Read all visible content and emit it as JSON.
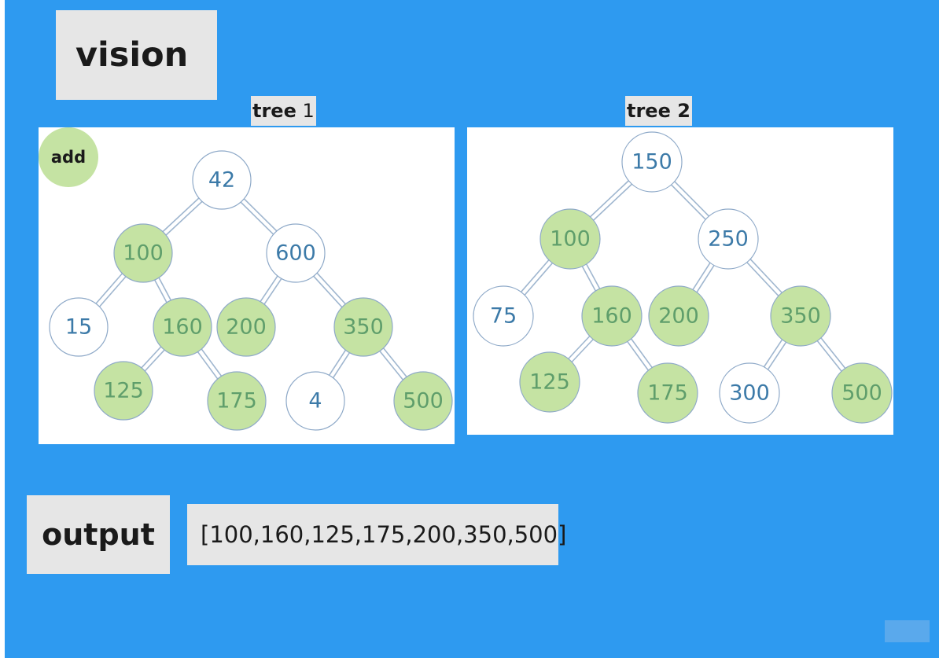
{
  "title": "vision",
  "tree1": {
    "label_bold": "tree",
    "label_rest": " 1",
    "add_label": "add",
    "nodes": [
      {
        "id": "n42",
        "label": "42",
        "highlight": false
      },
      {
        "id": "n100",
        "label": "100",
        "highlight": true
      },
      {
        "id": "n600",
        "label": "600",
        "highlight": false
      },
      {
        "id": "n15",
        "label": "15",
        "highlight": false
      },
      {
        "id": "n160",
        "label": "160",
        "highlight": true
      },
      {
        "id": "n200",
        "label": "200",
        "highlight": true
      },
      {
        "id": "n350",
        "label": "350",
        "highlight": true
      },
      {
        "id": "n125",
        "label": "125",
        "highlight": true
      },
      {
        "id": "n175",
        "label": "175",
        "highlight": true
      },
      {
        "id": "n4",
        "label": "4",
        "highlight": false
      },
      {
        "id": "n500",
        "label": "500",
        "highlight": true
      }
    ],
    "edges": [
      [
        "n42",
        "n100"
      ],
      [
        "n42",
        "n600"
      ],
      [
        "n100",
        "n15"
      ],
      [
        "n100",
        "n160"
      ],
      [
        "n600",
        "n200"
      ],
      [
        "n600",
        "n350"
      ],
      [
        "n160",
        "n125"
      ],
      [
        "n160",
        "n175"
      ],
      [
        "n350",
        "n4"
      ],
      [
        "n350",
        "n500"
      ]
    ]
  },
  "tree2": {
    "label": "tree 2",
    "nodes": [
      {
        "id": "m150",
        "label": "150",
        "highlight": false
      },
      {
        "id": "m100",
        "label": "100",
        "highlight": true
      },
      {
        "id": "m250",
        "label": "250",
        "highlight": false
      },
      {
        "id": "m75",
        "label": "75",
        "highlight": false
      },
      {
        "id": "m160",
        "label": "160",
        "highlight": true
      },
      {
        "id": "m200",
        "label": "200",
        "highlight": true
      },
      {
        "id": "m350",
        "label": "350",
        "highlight": true
      },
      {
        "id": "m125",
        "label": "125",
        "highlight": true
      },
      {
        "id": "m175",
        "label": "175",
        "highlight": true
      },
      {
        "id": "m300",
        "label": "300",
        "highlight": false
      },
      {
        "id": "m500",
        "label": "500",
        "highlight": true
      }
    ],
    "edges": [
      [
        "m150",
        "m100"
      ],
      [
        "m150",
        "m250"
      ],
      [
        "m100",
        "m75"
      ],
      [
        "m100",
        "m160"
      ],
      [
        "m250",
        "m200"
      ],
      [
        "m250",
        "m350"
      ],
      [
        "m160",
        "m125"
      ],
      [
        "m160",
        "m175"
      ],
      [
        "m350",
        "m300"
      ],
      [
        "m350",
        "m500"
      ]
    ]
  },
  "output": {
    "label": "output",
    "value": "[100,160,125,175,200,350,500]"
  },
  "colors": {
    "background": "#2e9af0",
    "highlight_fill": "#c5e3a3",
    "highlight_text": "#5f9e6b",
    "plain_fill": "#ffffff",
    "plain_text": "#3c7aa8",
    "node_stroke": "#8ea9c8"
  }
}
